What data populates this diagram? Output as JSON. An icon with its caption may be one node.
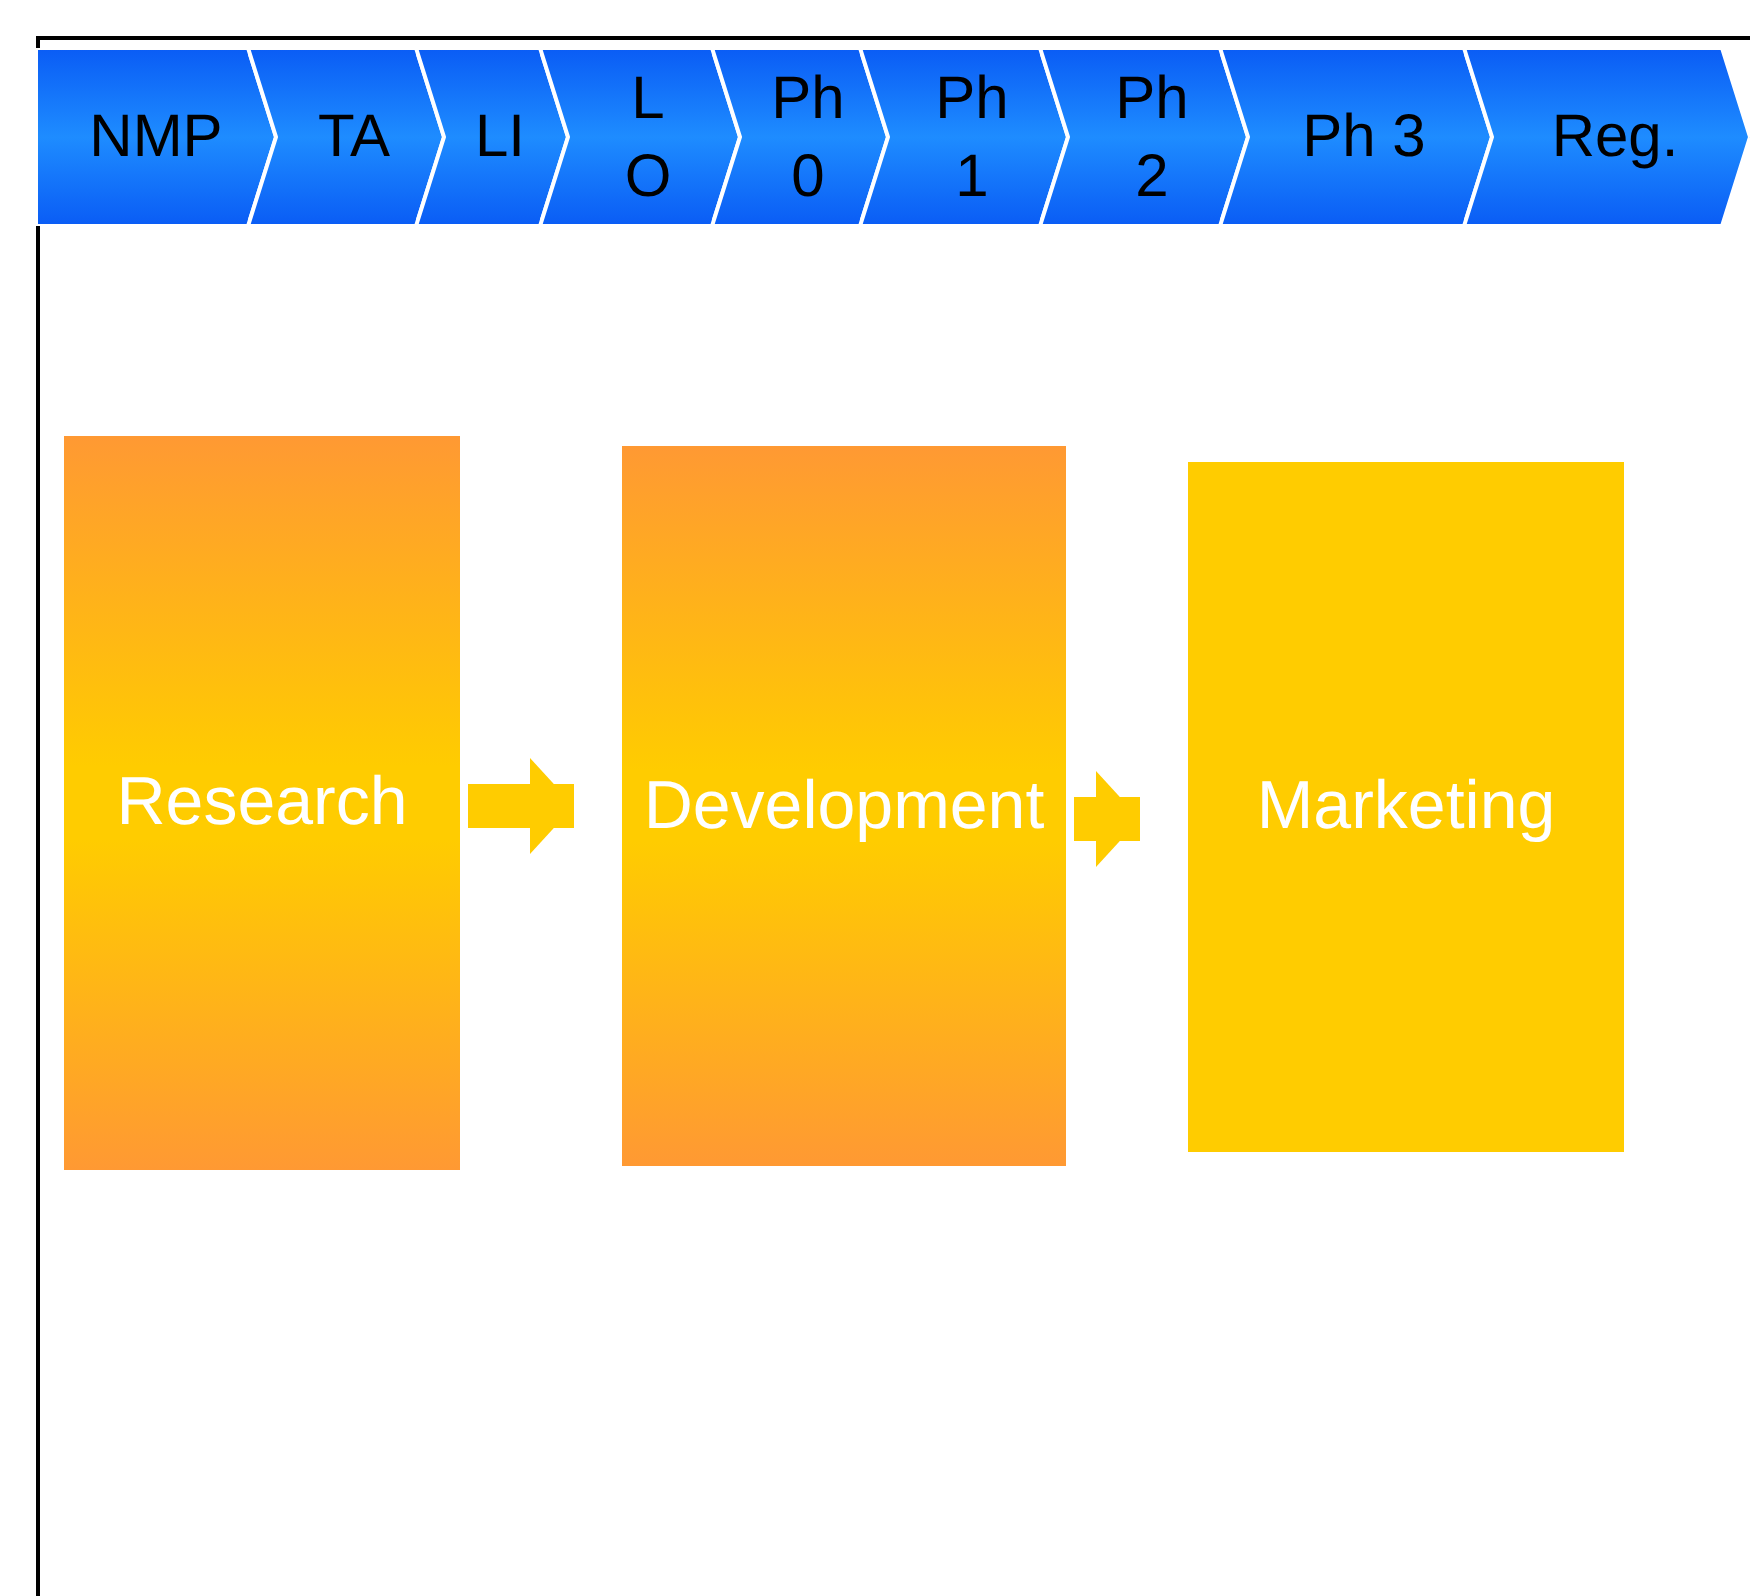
{
  "diagram": {
    "nodes": [
      {
        "text": [
          "NMP"
        ]
      },
      {
        "text": [
          "TA"
        ]
      },
      {
        "text": [
          "LI"
        ]
      },
      {
        "text": [
          "LO"
        ]
      },
      {
        "text": [
          "Ph 0"
        ]
      },
      {
        "text": [
          "Ph 1"
        ]
      },
      {
        "text": [
          "Ph 2"
        ]
      },
      {
        "text": [
          "Ph 3"
        ]
      },
      {
        "text": [
          "Reg."
        ]
      },
      {
        "text": [
          "Research"
        ]
      },
      {
        "text": [
          "Development"
        ]
      },
      {
        "text": [
          "Marketing"
        ]
      }
    ],
    "edges": [
      {
        "from": 9,
        "to": 10,
        "arrow": "to"
      },
      {
        "from": 10,
        "to": 11,
        "arrow": "to"
      }
    ]
  }
}
